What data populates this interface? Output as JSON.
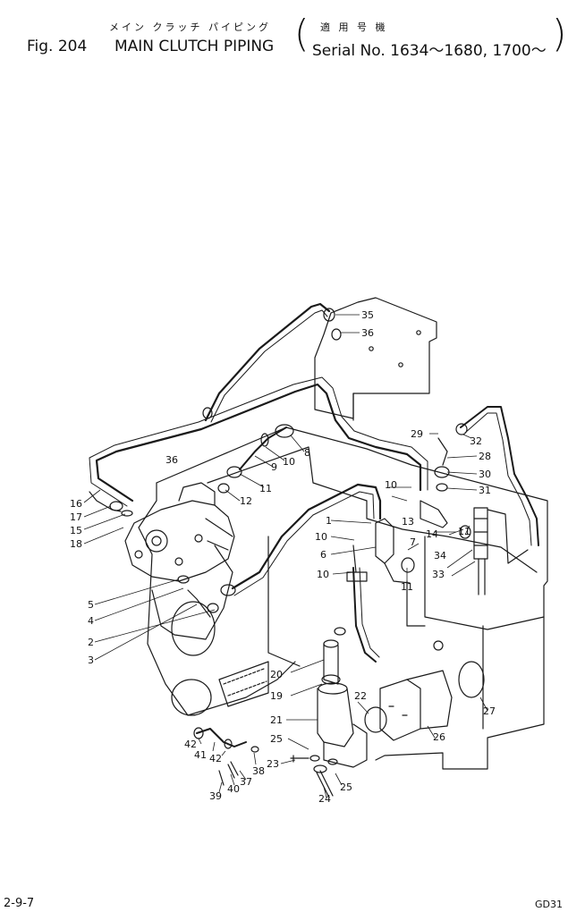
{
  "header": {
    "ja_title": "メイン クラッチ パイピング",
    "ja_serial": "適 用 号 機",
    "fig_label": "Fig. 204",
    "en_title": "MAIN CLUTCH PIPING",
    "serial": "Serial No. 1634～1680, 1700～"
  },
  "callouts": [
    {
      "id": "c35",
      "text": "35"
    },
    {
      "id": "c36a",
      "text": "36"
    },
    {
      "id": "c36b",
      "text": "36"
    },
    {
      "id": "c29",
      "text": "29"
    },
    {
      "id": "c32",
      "text": "32"
    },
    {
      "id": "c28",
      "text": "28"
    },
    {
      "id": "c30",
      "text": "30"
    },
    {
      "id": "c31",
      "text": "31"
    },
    {
      "id": "c8",
      "text": "8"
    },
    {
      "id": "c10a",
      "text": "10"
    },
    {
      "id": "c9",
      "text": "9"
    },
    {
      "id": "c11a",
      "text": "11"
    },
    {
      "id": "c12",
      "text": "12"
    },
    {
      "id": "c16",
      "text": "16"
    },
    {
      "id": "c17",
      "text": "17"
    },
    {
      "id": "c15",
      "text": "15"
    },
    {
      "id": "c18",
      "text": "18"
    },
    {
      "id": "c1",
      "text": "1"
    },
    {
      "id": "c10b",
      "text": "10"
    },
    {
      "id": "c6",
      "text": "6"
    },
    {
      "id": "c10c",
      "text": "10"
    },
    {
      "id": "c10d",
      "text": "10"
    },
    {
      "id": "c13",
      "text": "13"
    },
    {
      "id": "c7",
      "text": "7"
    },
    {
      "id": "c11b",
      "text": "11"
    },
    {
      "id": "c14",
      "text": "14"
    },
    {
      "id": "c11c",
      "text": "11"
    },
    {
      "id": "c34",
      "text": "34"
    },
    {
      "id": "c33",
      "text": "33"
    },
    {
      "id": "c5",
      "text": "5"
    },
    {
      "id": "c4",
      "text": "4"
    },
    {
      "id": "c2",
      "text": "2"
    },
    {
      "id": "c3",
      "text": "3"
    },
    {
      "id": "c20",
      "text": "20"
    },
    {
      "id": "c19",
      "text": "19"
    },
    {
      "id": "c22",
      "text": "22"
    },
    {
      "id": "c27",
      "text": "27"
    },
    {
      "id": "c21",
      "text": "21"
    },
    {
      "id": "c26",
      "text": "26"
    },
    {
      "id": "c25a",
      "text": "25"
    },
    {
      "id": "c42a",
      "text": "42"
    },
    {
      "id": "c41",
      "text": "41"
    },
    {
      "id": "c42b",
      "text": "42"
    },
    {
      "id": "c38",
      "text": "38"
    },
    {
      "id": "c23",
      "text": "23"
    },
    {
      "id": "c37",
      "text": "37"
    },
    {
      "id": "c40",
      "text": "40"
    },
    {
      "id": "c39",
      "text": "39"
    },
    {
      "id": "c24",
      "text": "24"
    },
    {
      "id": "c25b",
      "text": "25"
    }
  ],
  "footer": {
    "page_ref": "2-9-7",
    "code": "GD31"
  }
}
